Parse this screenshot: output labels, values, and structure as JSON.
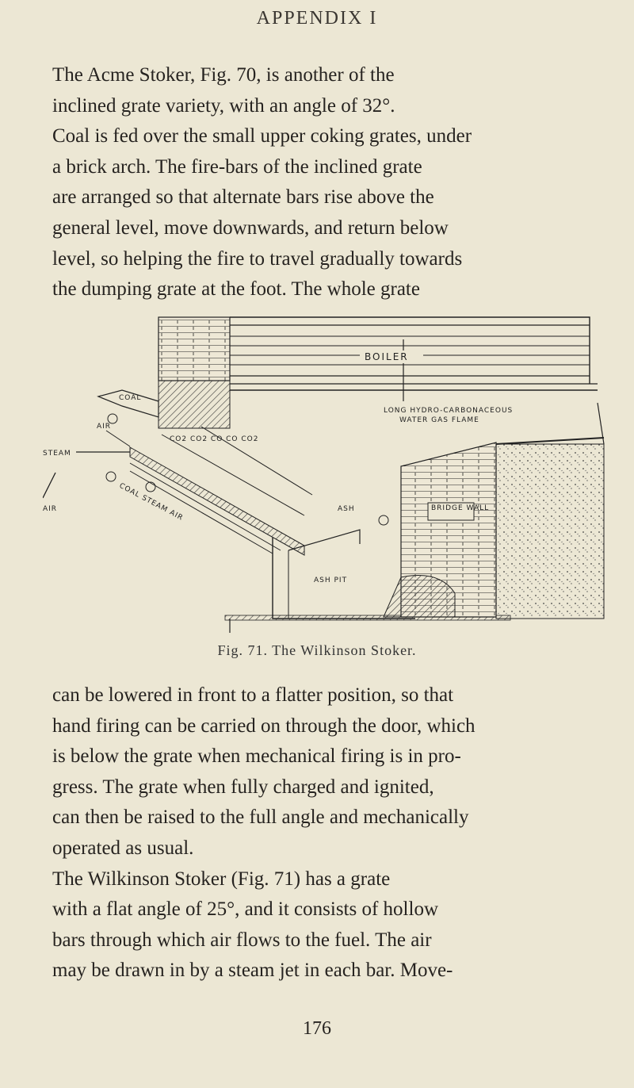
{
  "running_head": "APPENDIX I",
  "paragraph_top_lines": [
    "The Acme Stoker, Fig. 70, is another of the",
    "inclined grate variety, with an angle of 32°.",
    "Coal is fed over the small upper coking grates, under",
    "a brick arch. The fire-bars of the inclined grate",
    "are arranged so that alternate bars rise above the",
    "general level, move downwards, and return below",
    "level, so helping the fire to travel gradually towards",
    "the dumping grate at the foot. The whole grate"
  ],
  "figure": {
    "caption": "Fig. 71. The Wilkinson Stoker.",
    "labels": {
      "boiler": "BOILER",
      "coal": "COAL",
      "air_top": "AIR",
      "steam": "STEAM",
      "air_bottom": "AIR",
      "ash": "ASH",
      "ash_pit": "ASH PIT",
      "bridge_wall": "BRIDGE WALL",
      "flame_line1": "LONG HYDRO-CARBONACEOUS",
      "flame_line2": "WATER GAS FLAME",
      "gas_words": "CO2 CO2 CO CO CO2",
      "arrow_text": "COAL STEAM AIR"
    }
  },
  "paragraph_bottom_lines": [
    "can be lowered in front to a flatter position, so that",
    "hand firing can be carried on through the door, which",
    "is below the grate when mechanical firing is in pro-",
    "gress. The grate when fully charged and ignited,",
    "can then be raised to the full angle and mechanically",
    "operated as usual.",
    "The Wilkinson Stoker (Fig. 71) has a grate",
    "with a flat angle of 25°, and it consists of hollow",
    "bars through which air flows to the fuel. The air",
    "may be drawn in by a steam jet in each bar. Move-"
  ],
  "page_number": "176"
}
